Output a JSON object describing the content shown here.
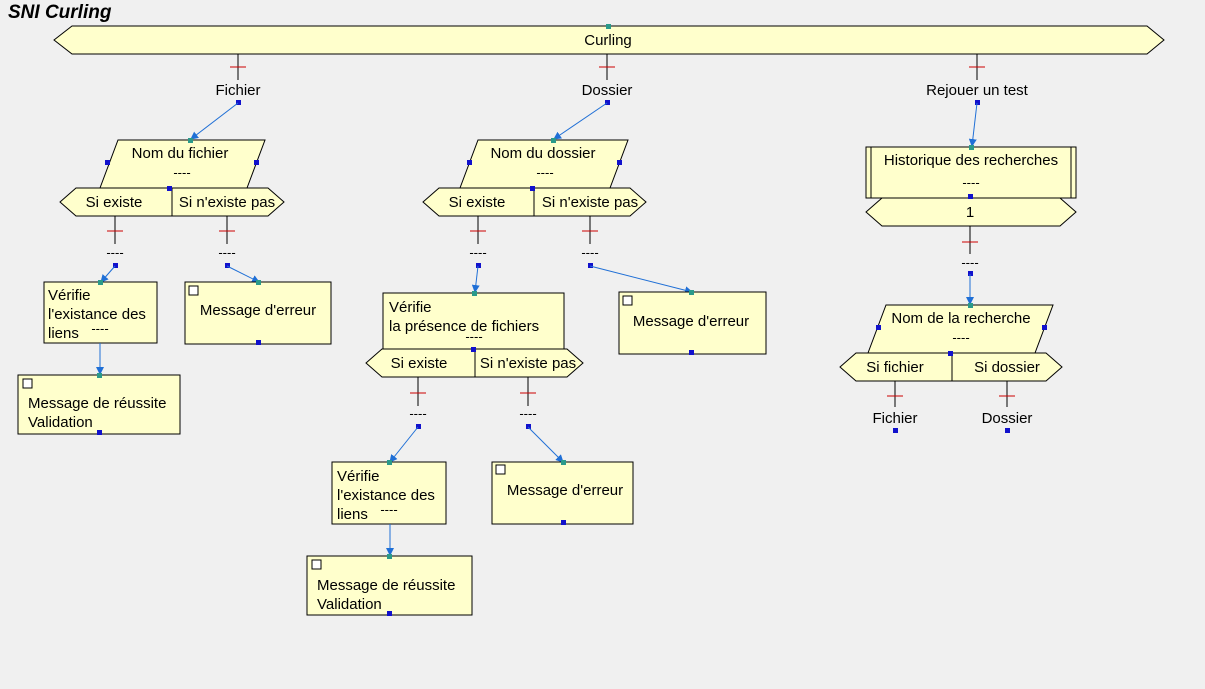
{
  "title": "SNI Curling",
  "root": {
    "label": "Curling"
  },
  "branches": {
    "fichier": {
      "label": "Fichier",
      "input": "Nom du fichier",
      "cond_yes": "Si existe",
      "cond_no": "Si n'existe pas",
      "verify": [
        "Vérifie",
        "l'existance des",
        "liens"
      ],
      "success": [
        "Message de réussite",
        "Validation"
      ],
      "error": "Message d'erreur"
    },
    "dossier": {
      "label": "Dossier",
      "input": "Nom du dossier",
      "cond_yes": "Si existe",
      "cond_no": "Si n'existe pas",
      "verify_files": [
        "Vérifie",
        "la présence de fichiers"
      ],
      "cond2_yes": "Si existe",
      "cond2_no": "Si n'existe pas",
      "verify": [
        "Vérifie",
        "l'existance des",
        "liens"
      ],
      "success": [
        "Message de réussite",
        "Validation"
      ],
      "error": "Message d'erreur",
      "error2": "Message d'erreur"
    },
    "rejouer": {
      "label": "Rejouer un test",
      "history": "Historique des recherches",
      "loop": "1",
      "input": "Nom de la recherche",
      "cond_yes": "Si fichier",
      "cond_no": "Si dossier",
      "leaf_yes": "Fichier",
      "leaf_no": "Dossier"
    }
  },
  "placeholder": "----"
}
